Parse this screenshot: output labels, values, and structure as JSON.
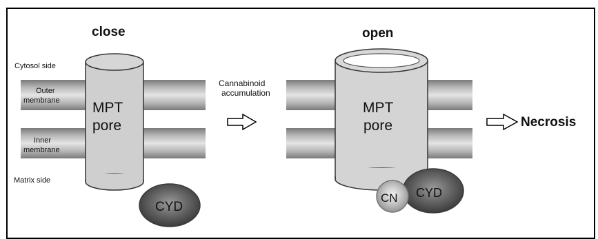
{
  "left_panel": {
    "title": "close",
    "labels": {
      "cytosol": "Cytosol side",
      "outer_line1": "Outer",
      "outer_line2": "membrane",
      "inner_line1": "Inner",
      "inner_line2": "membrane",
      "matrix": "Matrix side"
    },
    "pore_line1": "MPT",
    "pore_line2": "pore",
    "cyd": "CYD"
  },
  "trigger": {
    "line1": "Cannabinoid",
    "line2": "accumulation"
  },
  "right_panel": {
    "title": "open",
    "pore_line1": "MPT",
    "pore_line2": "pore",
    "cn": "CN",
    "cyd": "CYD"
  },
  "outcome": "Necrosis"
}
